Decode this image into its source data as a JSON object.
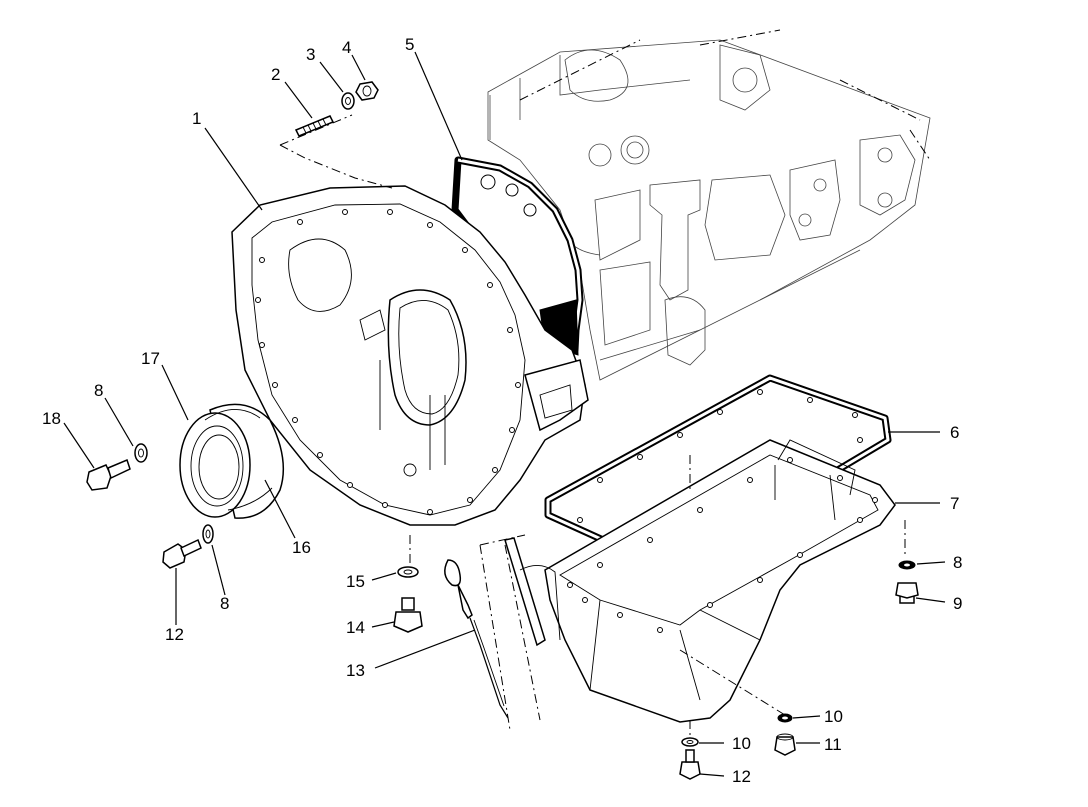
{
  "diagram": {
    "callouts": [
      "1",
      "2",
      "3",
      "4",
      "5",
      "6",
      "7",
      "8",
      "8",
      "8",
      "9",
      "10",
      "10",
      "11",
      "12",
      "12",
      "13",
      "14",
      "15",
      "16",
      "17",
      "18"
    ]
  }
}
